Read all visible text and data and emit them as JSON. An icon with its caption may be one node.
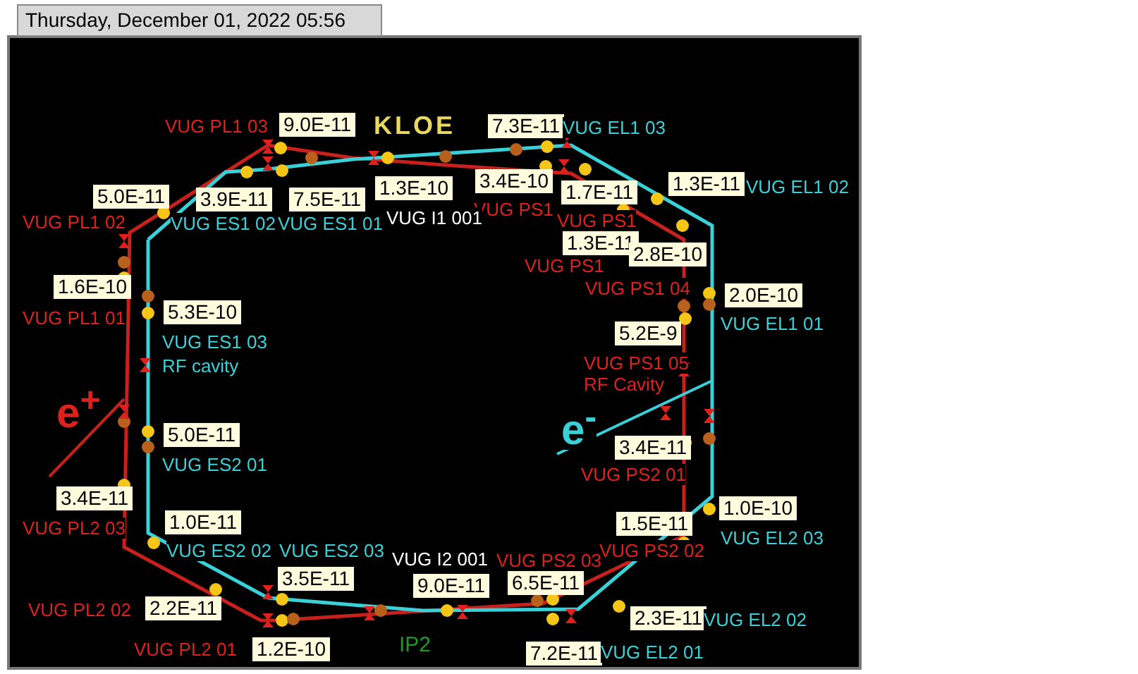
{
  "diagram": {
    "labels": [
      "Thursday, December 01, 2022 05:56",
      "VUG PL1 03",
      "9.0E-11",
      "KLOE",
      "7.3E-11",
      "VUG EL1 03",
      "3.4E-10",
      "1.3E-11",
      "VUG EL1 02",
      "1.3E-10",
      "5.0E-11",
      "3.9E-11",
      "7.5E-11",
      "1.7E-11",
      "VUG PS1",
      "VUG I1 001",
      "VUG PL1 02",
      "VUG ES1 02",
      "VUG ES1 01",
      "VUG PS1",
      "1.3E-11",
      "2.8E-10",
      "VUG PS1",
      "VUG PS1 04",
      "1.6E-10",
      "2.0E-10",
      "5.3E-10",
      "VUG PL1 01",
      "VUG EL1 01",
      "5.2E-9",
      "VUG ES1 03",
      "VUG PS1 05",
      "RF cavity",
      "RF Cavity",
      "e$^{+}$",
      "e$^{-}$",
      "5.0E-11",
      "3.4E-11",
      "VUG ES2 01",
      "VUG PS2 01",
      "3.4E-11",
      "1.0E-10",
      "1.0E-11",
      "1.5E-11",
      "VUG PL2 03",
      "VUG EL2 03",
      "VUG PS2 02",
      "VUG ES2 02",
      "VUG ES2 03",
      "VUG I2 001",
      "VUG PS2 03",
      "3.5E-11",
      "6.5E-11",
      "9.0E-11",
      "VUG PL2 02",
      "2.2E-11",
      "2.3E-11",
      "VUG EL2 02",
      "IP2",
      "VUG PL2 01",
      "1.2E-10",
      "7.2E-11",
      "VUG EL2 01"
    ]
  }
}
